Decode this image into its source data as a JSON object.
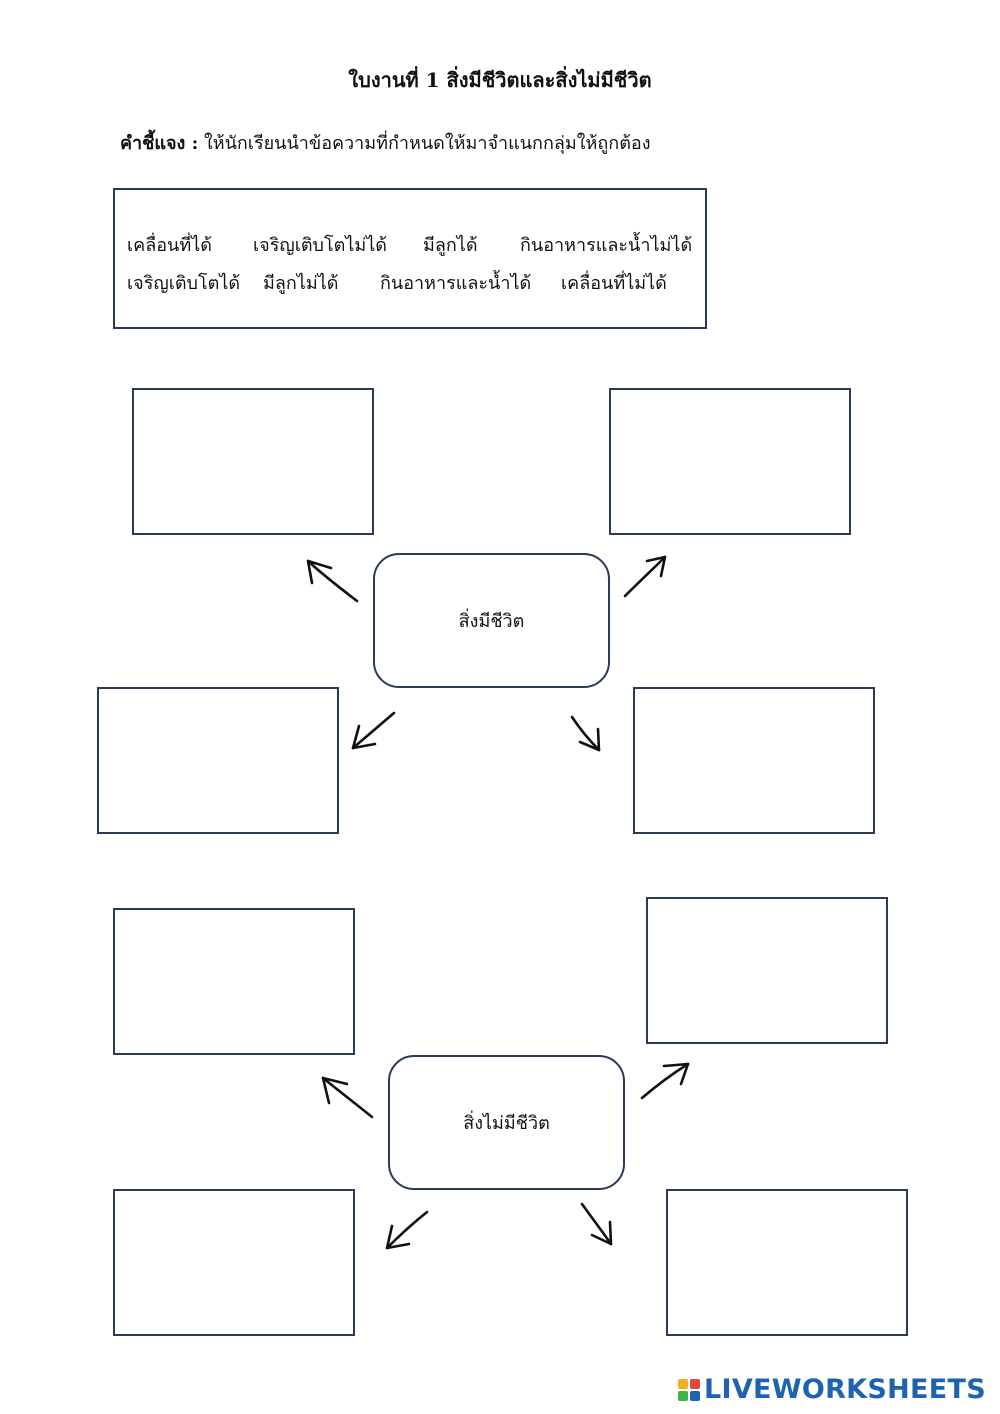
{
  "title": "ใบงานที่ 1 สิ่งมีชีวิตและสิ่งไม่มีชีวิต",
  "instruction": {
    "label": "คำชี้แจง :",
    "text": "ให้นักเรียนนำข้อความที่กำหนดให้มาจำแนกกลุ่มให้ถูกต้อง"
  },
  "word_bank": [
    "เคลื่อนที่ได้",
    "เจริญเติบโตไม่ได้",
    "มีลูกได้",
    "กินอาหารและน้ำไม่ได้",
    "เจริญเติบโตได้",
    "มีลูกไม่ได้",
    "กินอาหารและน้ำได้",
    "เคลื่อนที่ไม่ได้"
  ],
  "diagrams": [
    {
      "center_label": "สิ่งมีชีวิต",
      "answer_boxes": [
        "",
        "",
        "",
        ""
      ]
    },
    {
      "center_label": "สิ่งไม่มีชีวิต",
      "answer_boxes": [
        "",
        "",
        "",
        ""
      ]
    }
  ],
  "branding": {
    "logo_text": "LIVEWORKSHEETS",
    "logo_color": "#1e63b0"
  }
}
